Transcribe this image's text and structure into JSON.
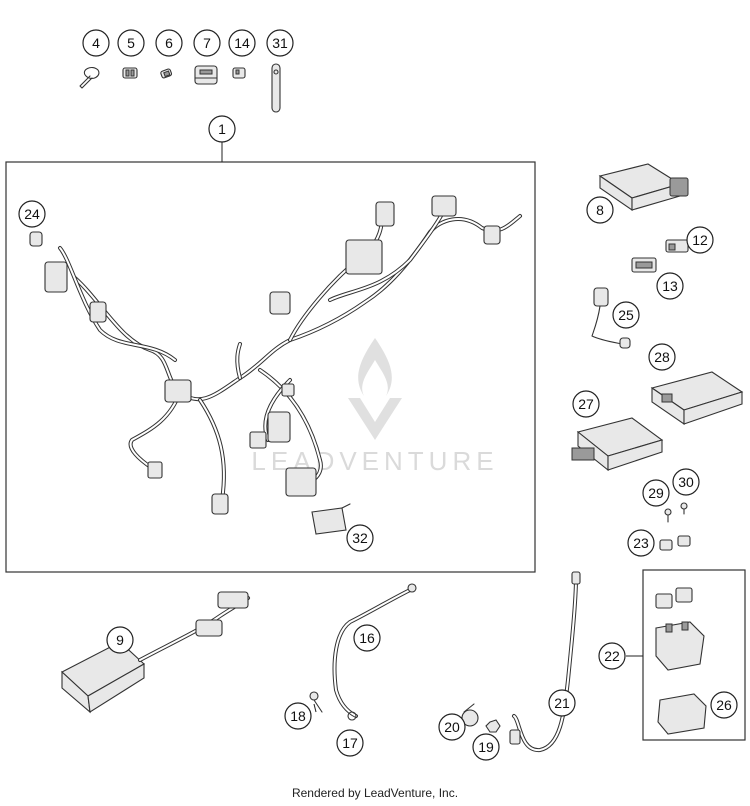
{
  "watermark": {
    "text": "LEADVENTURE"
  },
  "footer": {
    "credit": "Rendered by LeadVenture, Inc."
  },
  "callouts": {
    "c1": "1",
    "c4": "4",
    "c5": "5",
    "c6": "6",
    "c7": "7",
    "c8": "8",
    "c9": "9",
    "c12": "12",
    "c13": "13",
    "c14": "14",
    "c16": "16",
    "c17": "17",
    "c18": "18",
    "c19": "19",
    "c20": "20",
    "c21": "21",
    "c22": "22",
    "c23": "23",
    "c24": "24",
    "c25": "25",
    "c26": "26",
    "c27": "27",
    "c28": "28",
    "c29": "29",
    "c30": "30",
    "c31": "31",
    "c32": "32"
  }
}
